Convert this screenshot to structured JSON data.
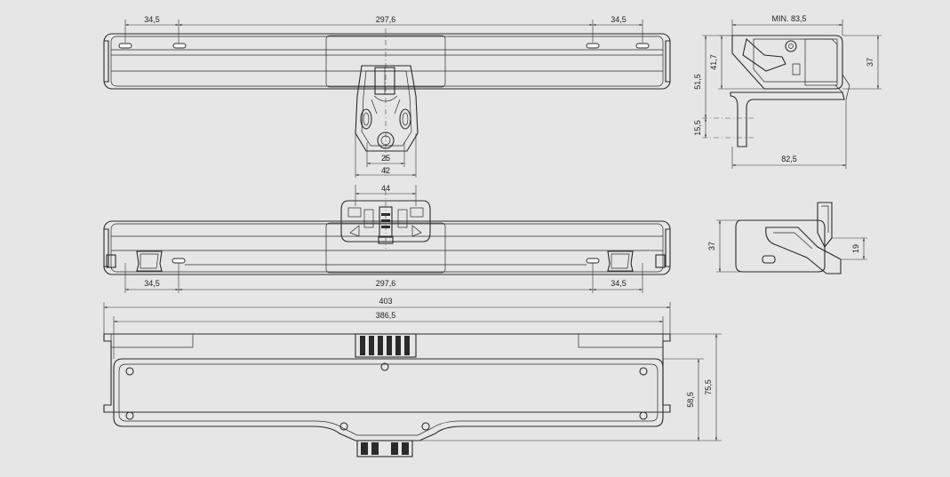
{
  "views": {
    "top_dims": {
      "left": "34,5",
      "center": "297,6",
      "right": "34,5"
    },
    "bracket_dims": {
      "inner": "25",
      "outer": "42"
    },
    "side_dims": {
      "width": "MIN. 83,5",
      "height_a": "41,7",
      "height_b": "51,5",
      "height_c": "15,5",
      "depth": "37",
      "base": "82,5"
    },
    "mid_dims": {
      "bracket": "44",
      "left": "34,5",
      "center": "297,6",
      "right": "34,5"
    },
    "end_dims": {
      "height": "37",
      "offset": "19"
    },
    "bottom_dims": {
      "overall": "403",
      "body": "386,5",
      "height_a": "58,5",
      "height_b": "75,5"
    }
  }
}
